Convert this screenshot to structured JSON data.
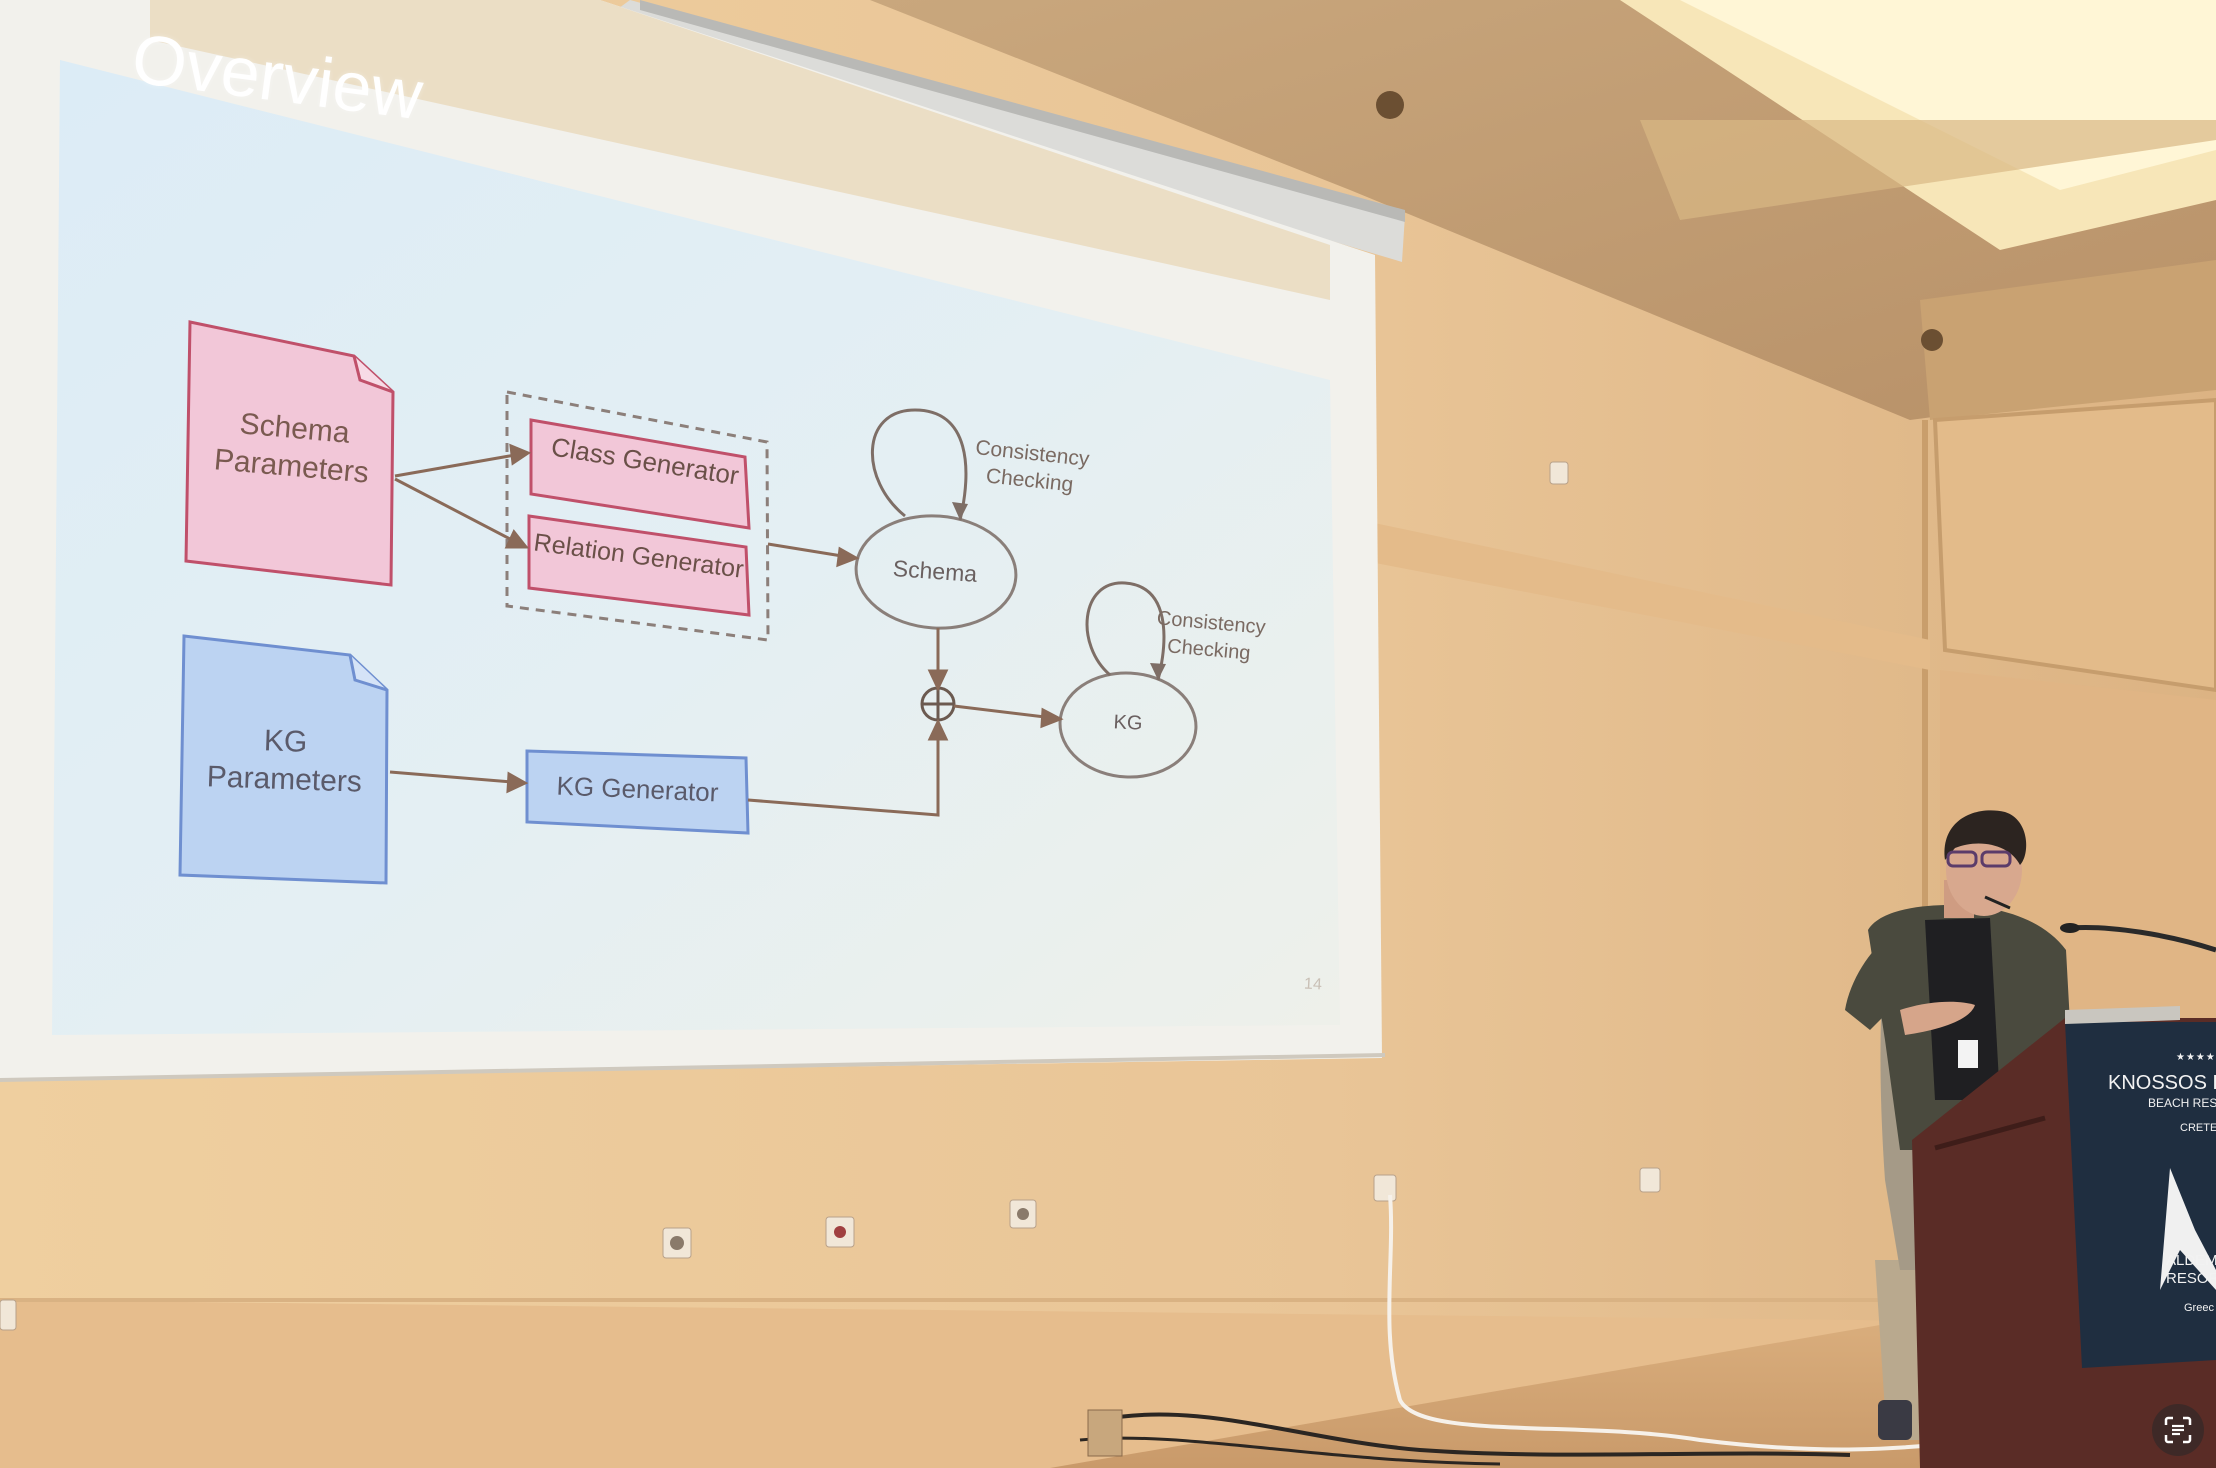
{
  "slide": {
    "title": "Overview",
    "page_number": "14",
    "diagram": {
      "schema_parameters": [
        "Schema",
        "Parameters"
      ],
      "kg_parameters": [
        "KG",
        "Parameters"
      ],
      "class_generator": "Class Generator",
      "relation_generator": "Relation Generator",
      "kg_generator": "KG Generator",
      "schema_node": "Schema",
      "kg_node": "KG",
      "consistency_1": [
        "Consistency",
        "Checking"
      ],
      "consistency_2": [
        "Consistency",
        "Checking"
      ]
    }
  },
  "podium": {
    "stars": "★★★★★",
    "line1": "KNOSSOS R",
    "line2": "BEACH RES",
    "line3": "CRETE",
    "brand1": "ALDEM",
    "brand2": "RESOR",
    "brand3": "Greec"
  },
  "colors": {
    "pink_fill": "#f2c7d8",
    "pink_stroke": "#c0506a",
    "blue_fill": "#bcd3f2",
    "blue_stroke": "#6f8fd0",
    "arrow": "#8a6a58",
    "screen": "#e2eef5"
  },
  "icons": {
    "scan": "text-scan-icon"
  }
}
